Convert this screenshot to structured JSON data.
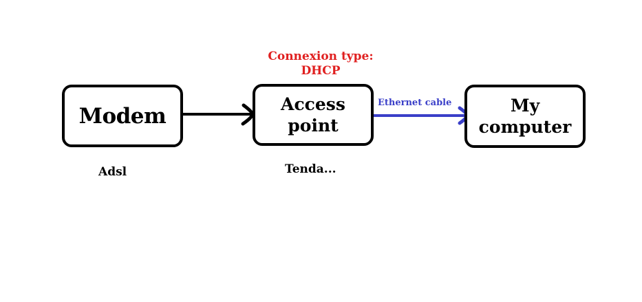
{
  "diagram": {
    "nodes": {
      "modem": {
        "label": "Modem",
        "caption": "Adsl"
      },
      "access_point": {
        "label_line1": "Access",
        "label_line2": "point",
        "caption": "Tenda..."
      },
      "computer": {
        "label_line1": "My",
        "label_line2": "computer"
      }
    },
    "annotations": {
      "connexion_type": "Connexion type:",
      "dhcp": "DHCP"
    },
    "edges": [
      {
        "from": "Modem",
        "to": "Access point",
        "label": "",
        "color": "#000000"
      },
      {
        "from": "Access point",
        "to": "My computer",
        "label": "Ethernet cable",
        "color": "#3a3fc8"
      }
    ],
    "colors": {
      "annotation": "#e02020",
      "ethernet": "#3a3fc8",
      "node_border": "#000000"
    }
  }
}
